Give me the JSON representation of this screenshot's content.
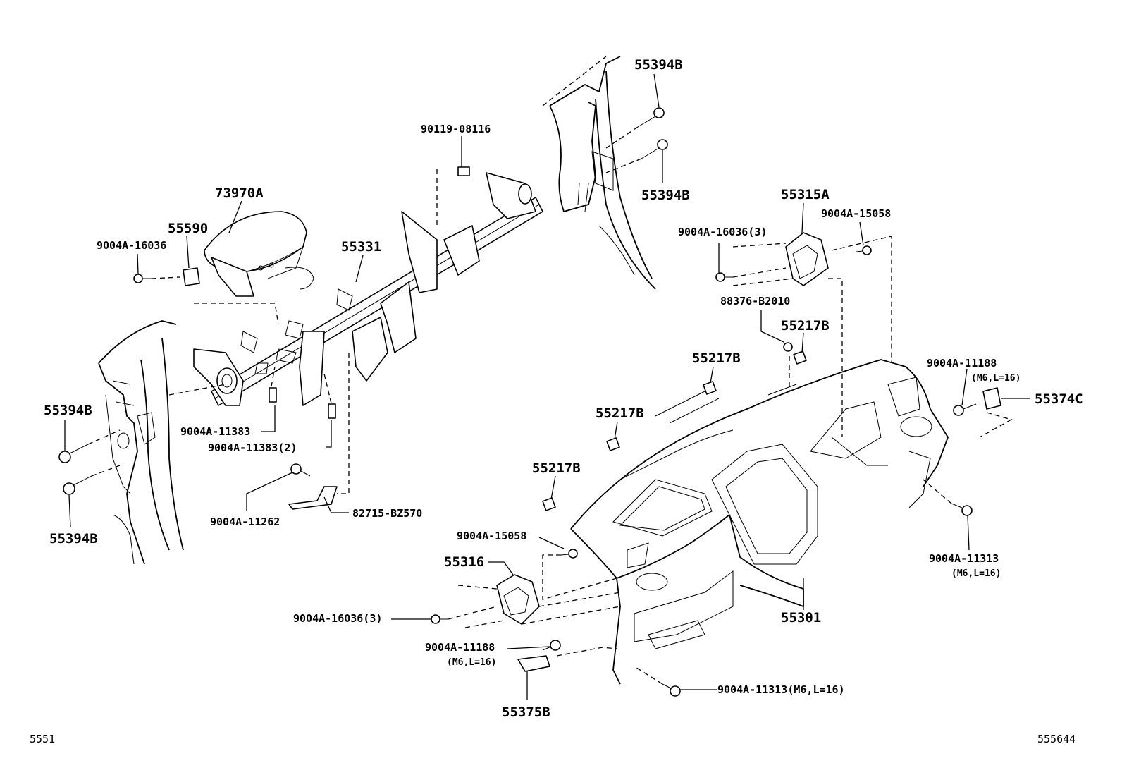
{
  "diagram": {
    "footer_left": "5551",
    "footer_right": "555644",
    "labels": {
      "l55394B_top1": "55394B",
      "l55394B_top2": "55394B",
      "l90119": "90119-08116",
      "l73970A": "73970A",
      "l55590": "55590",
      "l9004A16036": "9004A-16036",
      "l55331": "55331",
      "l55394B_left1": "55394B",
      "l55394B_left2": "55394B",
      "l9004A11383": "9004A-11383",
      "l9004A11383_2": "9004A-11383(2)",
      "l9004A11262": "9004A-11262",
      "l82715": "82715-BZ570",
      "l55315A": "55315A",
      "l9004A16036_3a": "9004A-16036(3)",
      "l9004A15058a": "9004A-15058",
      "l88376": "88376-B2010",
      "l55217B_1": "55217B",
      "l55217B_2": "55217B",
      "l55217B_3": "55217B",
      "l55217B_4": "55217B",
      "l9004A11188a": "9004A-11188",
      "l9004A11188a_spec": "(M6,L=16)",
      "l55374C": "55374C",
      "l9004A11313a": "9004A-11313",
      "l9004A11313a_spec": "(M6,L=16)",
      "l9004A15058b": "9004A-15058",
      "l55316": "55316",
      "l9004A16036_3b": "9004A-16036(3)",
      "l9004A11188b": "9004A-11188",
      "l9004A11188b_spec": "(M6,L=16)",
      "l55375B": "55375B",
      "l55301": "55301",
      "l9004A11313b": "9004A-11313(M6,L=16)"
    }
  }
}
